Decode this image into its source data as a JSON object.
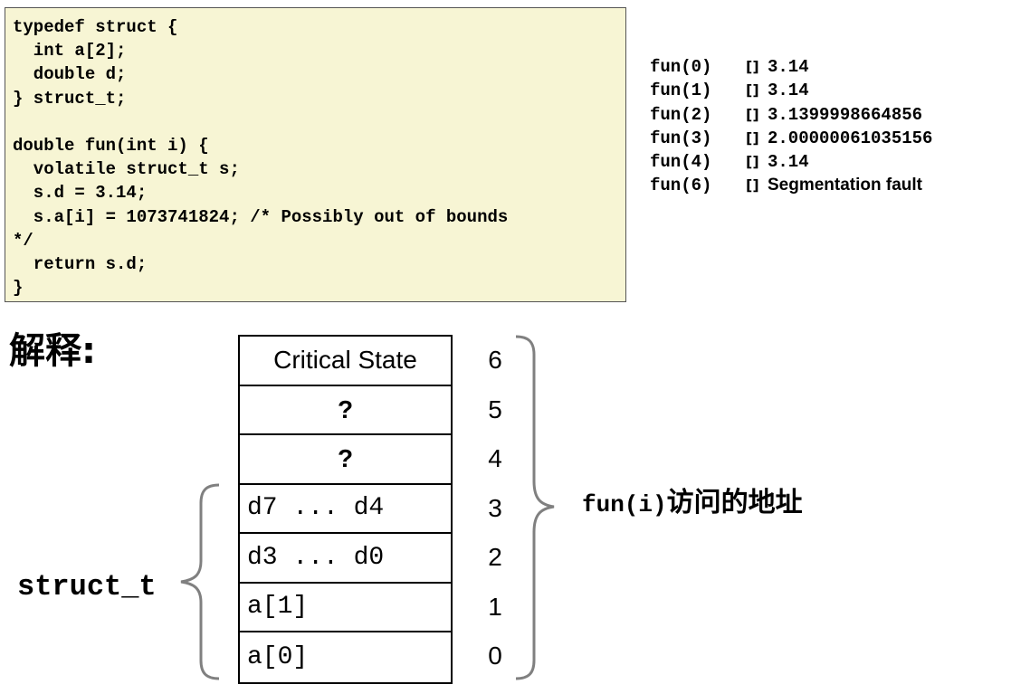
{
  "code": {
    "lines": [
      "typedef struct {",
      "  int a[2];",
      "  double d;",
      "} struct_t;",
      "",
      "double fun(int i) {",
      "  volatile struct_t s;",
      "  s.d = 3.14;",
      "  s.a[i] = 1073741824; /* Possibly out of bounds",
      "*/",
      "  return s.d;",
      "}"
    ]
  },
  "results": [
    {
      "call": "fun(0)",
      "arrow": "[]",
      "value": "3.14"
    },
    {
      "call": "fun(1)",
      "arrow": "[]",
      "value": "3.14"
    },
    {
      "call": "fun(2)",
      "arrow": "[]",
      "value": "3.1399998664856"
    },
    {
      "call": "fun(3)",
      "arrow": "[]",
      "value": "2.00000061035156"
    },
    {
      "call": "fun(4)",
      "arrow": "[]",
      "value": "3.14"
    },
    {
      "call": "fun(6)",
      "arrow": "[]",
      "value": "Segmentation fault"
    }
  ],
  "explanation_title": "解释:",
  "memory": {
    "cells": [
      {
        "label": "Critical State",
        "index": "6"
      },
      {
        "label": "?",
        "index": "5"
      },
      {
        "label": "?",
        "index": "4"
      },
      {
        "label": "d7 ... d4",
        "index": "3"
      },
      {
        "label": "d3 ... d0",
        "index": "2"
      },
      {
        "label": "a[1]",
        "index": "1"
      },
      {
        "label": "a[0]",
        "index": "0"
      }
    ]
  },
  "struct_label": "struct_t",
  "fun_label": {
    "code": "fun(i)",
    "text": "访问的地址"
  },
  "colors": {
    "code_background": "#f7f5d4",
    "brace": "#808080"
  }
}
